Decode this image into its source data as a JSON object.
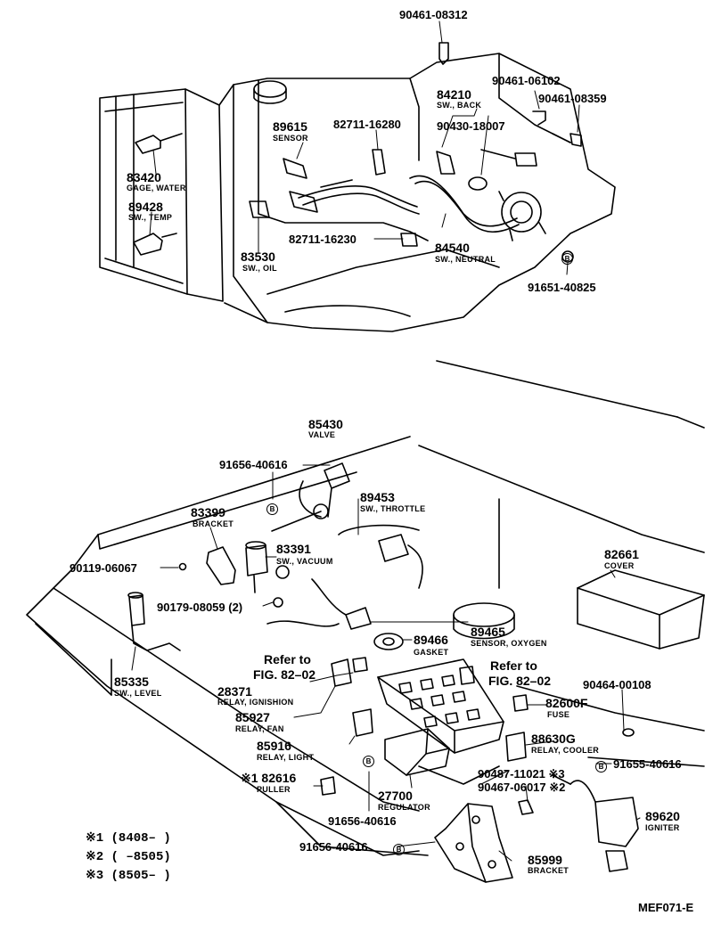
{
  "diagram_code": "MEF071-E",
  "circle_mark": "B",
  "labels": {
    "p90461_08312": "90461-08312",
    "p90461_06102": "90461-06102",
    "p84210": "84210",
    "n84210": "SW., BACK",
    "p90461_08359": "90461-08359",
    "p89615": "89615",
    "n89615": "SENSOR",
    "p82711_16280": "82711-16280",
    "p90430_18007": "90430-18007",
    "p83420": "83420",
    "n83420": "GAGE, WATER",
    "p89428": "89428",
    "n89428": "SW., TEMP",
    "p82711_16230": "82711-16230",
    "p84540": "84540",
    "n84540": "SW., NEUTRAL",
    "p83530": "83530",
    "n83530": "SW., OIL",
    "p91651_40825": "91651-40825",
    "p85430": "85430",
    "n85430": "VALVE",
    "p91656_40616_a": "91656-40616",
    "p89453": "89453",
    "n89453": "SW., THROTTLE",
    "p83399": "83399",
    "n83399": "BRACKET",
    "p83391": "83391",
    "n83391": "SW., VACUUM",
    "p82661": "82661",
    "n82661": "COVER",
    "p90119_06067": "90119-06067",
    "p90179_08059": "90179-08059 (2)",
    "p89466": "89466",
    "n89466": "GASKET",
    "p89465": "89465",
    "n89465": "SENSOR, OXYGEN",
    "ref_a_1": "Refer to",
    "ref_a_2": "FIG. 82–02",
    "ref_b_1": "Refer to",
    "ref_b_2": "FIG. 82–02",
    "p85335": "85335",
    "n85335": "SW., LEVEL",
    "p28371": "28371",
    "n28371": "RELAY, IGNISHION",
    "p85927": "85927",
    "n85927": "RELAY, FAN",
    "p82600F": "82600F",
    "n82600F": "FUSE",
    "p90464_00108": "90464-00108",
    "p85916": "85916",
    "n85916": "RELAY, LIGHT",
    "p88630G": "88630G",
    "n88630G": "RELAY, COOLER",
    "p91655_40616": "91655-40616",
    "p82616": "※1 82616",
    "n82616": "PULLER",
    "p27700": "27700",
    "n27700": "REGULATOR",
    "p90487_11021": "90487-11021 ※3",
    "p90467_06017": "90467-06017 ※2",
    "p89620": "89620",
    "n89620": "IGNITER",
    "p91656_40616_b": "91656-40616",
    "p91656_40616_c": "91656-40616",
    "p85999": "85999",
    "n85999": "BRACKET"
  },
  "legend": [
    "※1 (8408–     )",
    "※2 (     –8505)",
    "※3 (8505–     )"
  ]
}
